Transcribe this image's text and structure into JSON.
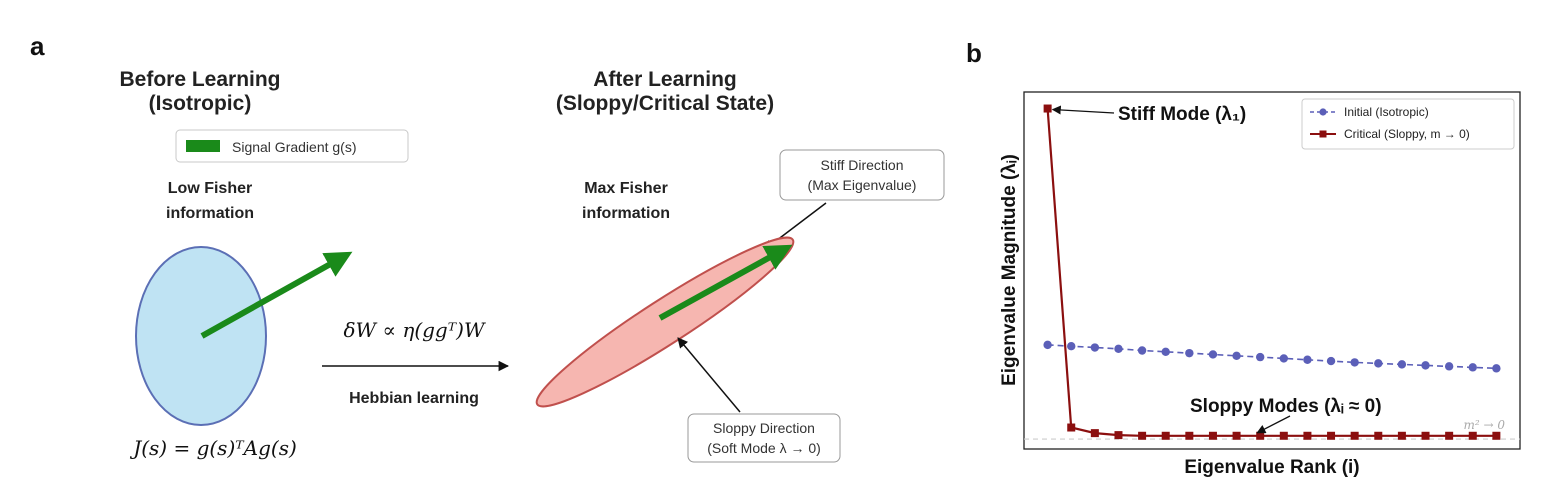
{
  "panel_a": {
    "label": "a",
    "before": {
      "title_line1": "Before Learning",
      "title_line2": "(Isotropic)",
      "legend_label": "Signal Gradient g(s)",
      "fisher_line1": "Low Fisher",
      "fisher_line2": "information",
      "equation": "J(s) = g(s)ᵀAg(s)"
    },
    "middle": {
      "equation": "δW ∝ η(ggᵀ)W",
      "label": "Hebbian learning"
    },
    "after": {
      "title_line1": "After Learning",
      "title_line2": "(Sloppy/Critical State)",
      "fisher_line1": "Max Fisher",
      "fisher_line2": "information",
      "stiff_line1": "Stiff Direction",
      "stiff_line2": "(Max Eigenvalue)",
      "sloppy_line1": "Sloppy Direction",
      "sloppy_line2": "(Soft Mode λ → 0)"
    },
    "colors": {
      "circle_fill": "#bfe3f3",
      "circle_stroke": "#5b6fb5",
      "ellipse_fill": "#f6b6b0",
      "ellipse_stroke": "#c0504d",
      "arrow": "#1a8a1a"
    }
  },
  "panel_b": {
    "label": "b",
    "annotations": {
      "stiff_mode": "Stiff Mode (λ₁)",
      "sloppy_modes": "Sloppy Modes (λᵢ ≈ 0)",
      "m_label": "m² → 0"
    }
  },
  "chart_data": {
    "type": "line",
    "xlabel": "Eigenvalue Rank (i)",
    "ylabel": "Eigenvalue Magnitude (λᵢ)",
    "x": [
      1,
      2,
      3,
      4,
      5,
      6,
      7,
      8,
      9,
      10,
      11,
      12,
      13,
      14,
      15,
      16,
      17,
      18,
      19,
      20
    ],
    "ylim": [
      -0.03,
      1.05
    ],
    "xlim": [
      0.0,
      21.0
    ],
    "grid": false,
    "legend_position": "top-right",
    "series": [
      {
        "name": "Initial (Isotropic)",
        "color": "#5b5fb8",
        "style": "dashed",
        "marker": "circle",
        "values": [
          0.285,
          0.281,
          0.277,
          0.273,
          0.268,
          0.264,
          0.26,
          0.256,
          0.252,
          0.248,
          0.244,
          0.24,
          0.236,
          0.232,
          0.229,
          0.226,
          0.223,
          0.22,
          0.217,
          0.214
        ]
      },
      {
        "name": "Critical (Sloppy, m → 0)",
        "color": "#8b0f0f",
        "style": "solid",
        "marker": "square",
        "values": [
          1.0,
          0.035,
          0.018,
          0.012,
          0.01,
          0.01,
          0.01,
          0.01,
          0.01,
          0.01,
          0.01,
          0.01,
          0.01,
          0.01,
          0.01,
          0.01,
          0.01,
          0.01,
          0.01,
          0.01
        ]
      }
    ],
    "reference_line": 0.0
  }
}
